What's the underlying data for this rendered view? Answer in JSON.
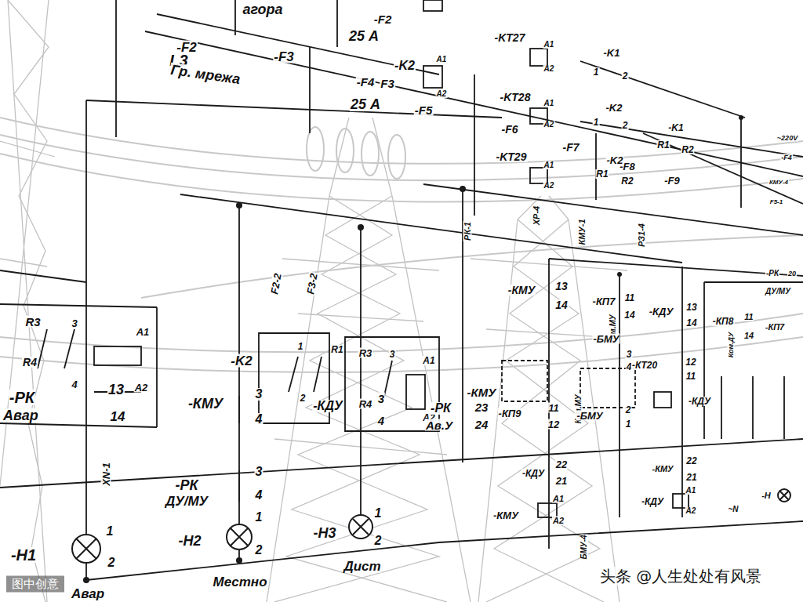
{
  "diagram": {
    "labels": [
      "агора",
      "-F2",
      "L3",
      "Гр. мрежа",
      "-F3",
      "-F2",
      "25 А",
      "-K2",
      "-F4",
      "F3",
      "25 А",
      "-F5",
      "-KT27",
      "-KT28",
      "-KT29",
      "-F6",
      "-F7",
      "-F8",
      "-K1",
      "1",
      "2",
      "-K2",
      "1",
      "2",
      "-K1",
      "R1",
      "R2",
      "-K2",
      "R1",
      "R2",
      "-F9",
      "A1",
      "A2",
      "A1",
      "A2",
      "A1",
      "A2",
      "A1",
      "A2",
      "~220V",
      "-F4",
      "КМУ-4",
      "F5-1",
      "РК-1",
      "ХР-4",
      "КМУ-1",
      "РЗ1-4",
      "R3",
      "3",
      "R4",
      "4",
      "A1",
      "A2",
      "13",
      "14",
      "-РК",
      "Авар",
      "ХN-1",
      "F2-2",
      "F3-2",
      "-K2",
      "1",
      "2",
      "R1",
      "R3",
      "3",
      "R4",
      "3",
      "4",
      "A1",
      "A2",
      "-КМУ",
      "3",
      "4",
      "-КДУ",
      "-РК",
      "Ав.У",
      "-КМУ",
      "23",
      "24",
      "-РК",
      "ДУ/МУ",
      "3",
      "4",
      "1",
      "2",
      "-Н1",
      "1",
      "2",
      "-Н2",
      "1",
      "2",
      "-Н3",
      "Местно",
      "Дист",
      "Авар",
      "-КМУ",
      "13",
      "14",
      "-КП7",
      "11",
      "14",
      "Ком.МУ",
      "-КДУ",
      "13",
      "14",
      "-КП8",
      "11",
      "14",
      "Ком.ДУ",
      "-КП7",
      "-РК",
      "20",
      "ДУ/МУ",
      "-БМУ",
      "3",
      "4",
      "-КТ20",
      "12",
      "11",
      "-КДУ",
      "-КП9",
      "11",
      "12",
      "Ком.МУ",
      "-БМУ",
      "2",
      "1",
      "22",
      "21",
      "-КДУ",
      "-КМУ",
      "A1",
      "A2",
      "-КМУ",
      "22",
      "21",
      "-КДУ",
      "A1",
      "A2",
      "-Н",
      "~N",
      "БМУ-4",
      "图中创意",
      "头条 @人生处处有风景"
    ]
  }
}
